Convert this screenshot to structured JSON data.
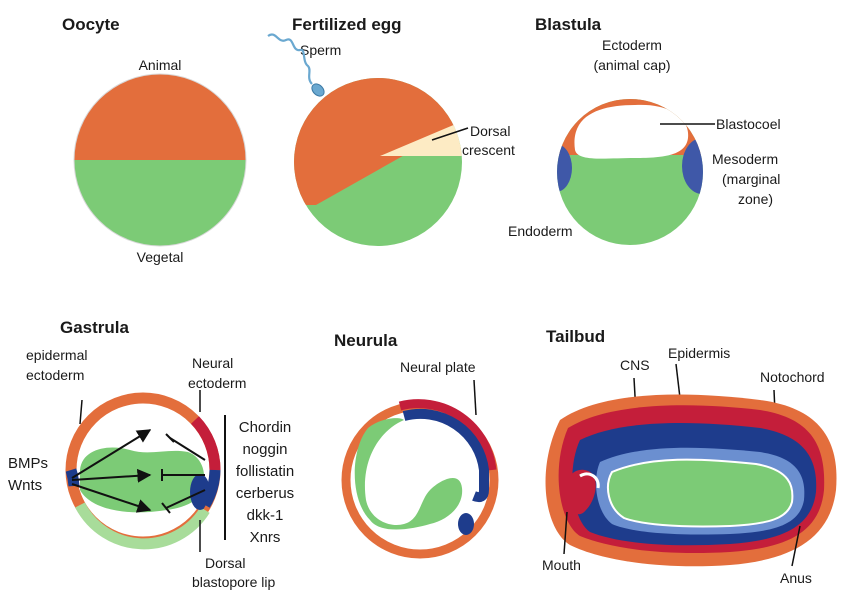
{
  "colors": {
    "animal": "#e36e3c",
    "animal_light": "#f19064",
    "vegetal": "#7ccb76",
    "vegetal_light": "#a8dc9a",
    "crescent": "#fdebc4",
    "mesoderm": "#3f58a8",
    "neural": "#c41e3a",
    "notochord": "#1e3c8c"
  },
  "panels": {
    "oocyte": {
      "title": "Oocyte",
      "animal": "Animal",
      "vegetal": "Vegetal"
    },
    "fertilized": {
      "title": "Fertilized egg",
      "sperm": "Sperm",
      "dorsal_1": "Dorsal",
      "dorsal_2": "crescent"
    },
    "blastula": {
      "title": "Blastula",
      "ecto_1": "Ectoderm",
      "ecto_2": "(animal cap)",
      "blastocoel": "Blastocoel",
      "meso_1": "Mesoderm",
      "meso_2": "(marginal",
      "meso_3": "zone)",
      "endoderm": "Endoderm"
    },
    "gastrula": {
      "title": "Gastrula",
      "epi_1": "epidermal",
      "epi_2": "ectoderm",
      "neural_1": "Neural",
      "neural_2": "ectoderm",
      "bmps": "BMPs",
      "wnts": "Wnts",
      "antagonists": [
        "Chordin",
        "noggin",
        "follistatin",
        "cerberus",
        "dkk-1",
        "Xnrs"
      ],
      "lip_1": "Dorsal",
      "lip_2": "blastopore lip"
    },
    "neurula": {
      "title": "Neurula",
      "neural_plate": "Neural plate"
    },
    "tailbud": {
      "title": "Tailbud",
      "cns": "CNS",
      "epidermis": "Epidermis",
      "notochord": "Notochord",
      "mouth": "Mouth",
      "anus": "Anus"
    }
  }
}
